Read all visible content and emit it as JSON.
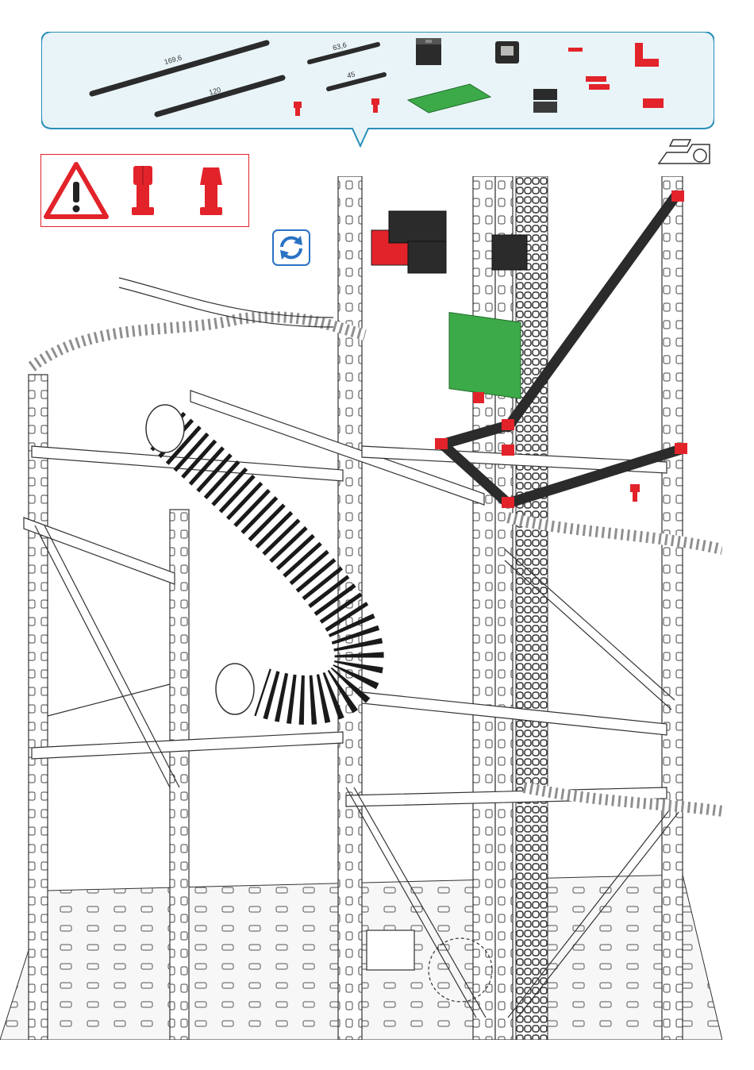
{
  "parts_list": {
    "strut_lengths": [
      "169,6",
      "63,6",
      "120",
      "45"
    ]
  },
  "colors": {
    "callout_fill": "#e9f4f8",
    "callout_border": "#2a8fb8",
    "part_red": "#e2232a",
    "part_black": "#2b2b2b",
    "board_green": "#3caa48",
    "warning_red": "#e2232a",
    "rotate_blue": "#2a72c4"
  },
  "icons": {
    "warning": "warning-triangle-icon",
    "rotate": "rotate-arrows-icon",
    "view": "view-direction-icon"
  }
}
